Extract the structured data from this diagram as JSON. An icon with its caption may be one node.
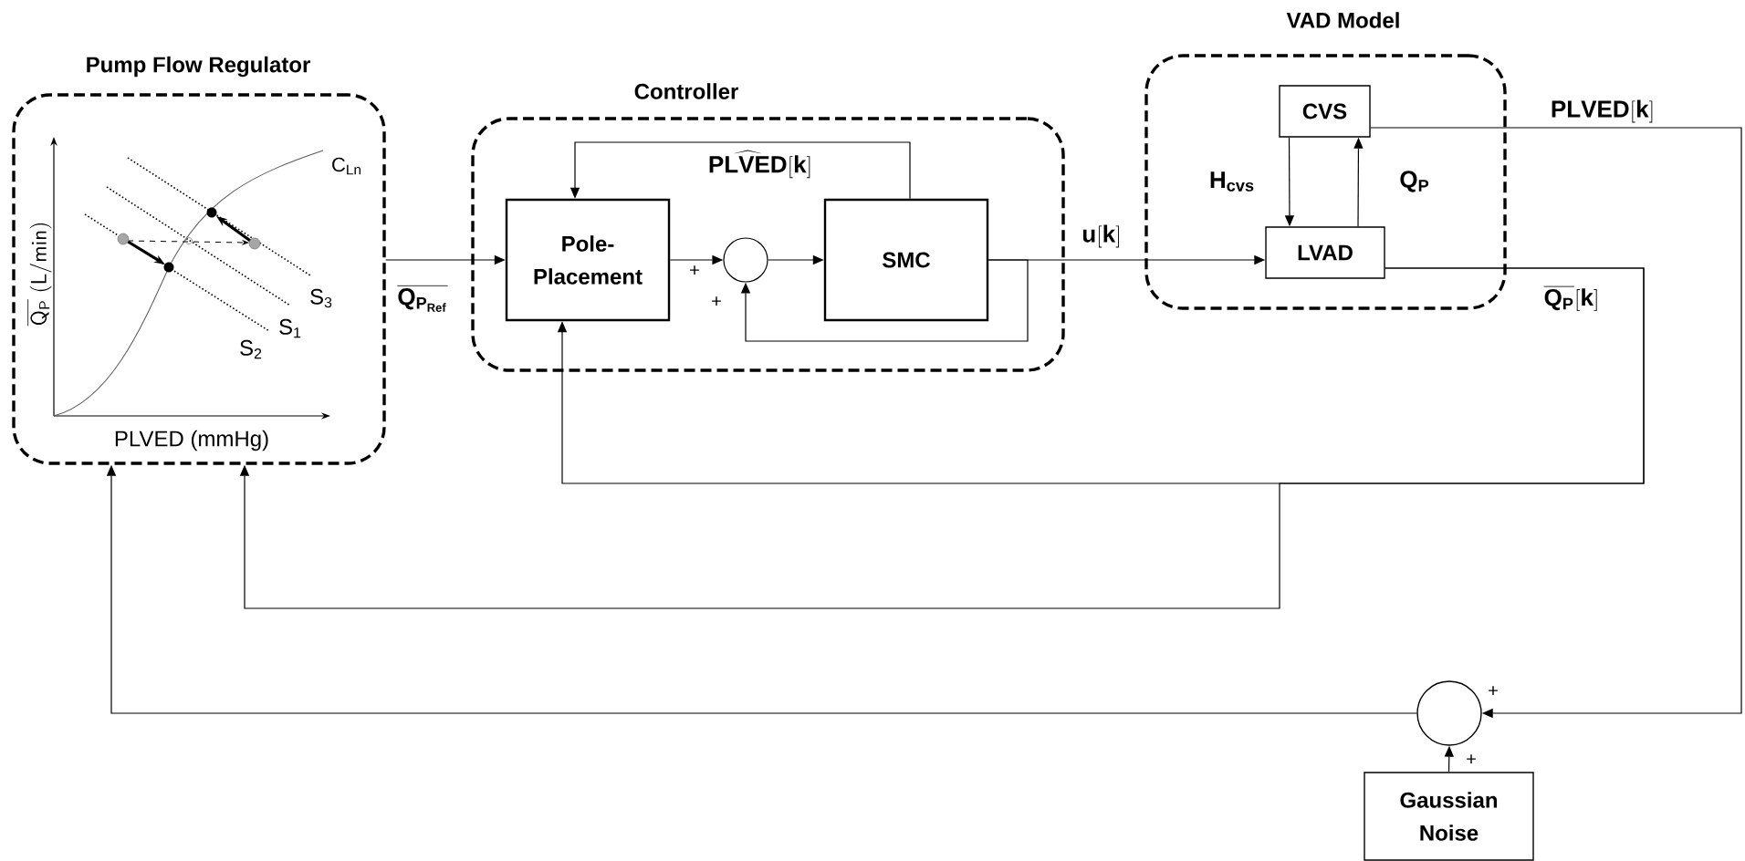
{
  "diagram": {
    "nodes": [
      {
        "text": [
          "Pump Flow Regulator"
        ]
      },
      {
        "text": [
          "Controller"
        ]
      },
      {
        "text": [
          "Pole-Placement"
        ],
        "in": 1
      },
      {
        "text": [],
        "shape": "circle",
        "in": 1
      },
      {
        "text": [
          "SMC"
        ],
        "in": 1
      },
      {
        "text": [
          "VAD Model"
        ]
      },
      {
        "text": [
          "CVS"
        ],
        "in": 5
      },
      {
        "text": [
          "LVAD"
        ],
        "in": 5
      },
      {
        "text": [],
        "shape": "circle"
      },
      {
        "text": [
          "Gaussian Noise"
        ]
      }
    ],
    "edges": [
      {
        "from": 0,
        "to": 2,
        "arrow": "to",
        "label": "\\overline{\\mathbf{Q}_{\\mathbf{P}_{\\mathbf{Ref}}}}"
      },
      {
        "from": 2,
        "to": 3,
        "arrow": "to"
      },
      {
        "from": 3,
        "to": 4,
        "arrow": "to"
      },
      {
        "from": 4,
        "to": 3,
        "arrow": "to"
      },
      {
        "from": 4,
        "to": 2,
        "arrow": "to",
        "label": "\\widehat{\\mathbf{PLVED}}[\\mathbf{k}]"
      },
      {
        "from": 4,
        "to": 7,
        "arrow": "to",
        "label": "\\mathbf{u}[\\mathbf{k}]"
      },
      {
        "from": 6,
        "to": 7,
        "arrow": "to",
        "label": "\\mathbf{H}_{\\mathbf{cvs}}"
      },
      {
        "from": 7,
        "to": 6,
        "arrow": "to",
        "label": "\\mathbf{Q}_{\\mathbf{P}}"
      },
      {
        "from": 6,
        "to": 8,
        "arrow": "to",
        "label": "\\mathbf{PLVED}[\\mathbf{k}]"
      },
      {
        "from": 7,
        "to": 2,
        "arrow": "to",
        "label": "\\overline{\\mathbf{Q}_{\\mathbf{P}}}[\\mathbf{k}]"
      },
      {
        "from": 7,
        "to": 0,
        "arrow": "to"
      },
      {
        "from": 8,
        "to": 0,
        "arrow": "to"
      },
      {
        "from": 9,
        "to": 8,
        "arrow": "to"
      }
    ],
    "labels": [
      "\\overline{\\mathsf{Q}_{\\mathsf{P}}}\\ \\mathsf{(L/min)}",
      "C$_{Ln}$",
      "S$_{3}$",
      "S$_{1}$",
      "S$_{2}$",
      "PLVED (mmHg)",
      "+",
      "+",
      "+",
      "+"
    ]
  }
}
